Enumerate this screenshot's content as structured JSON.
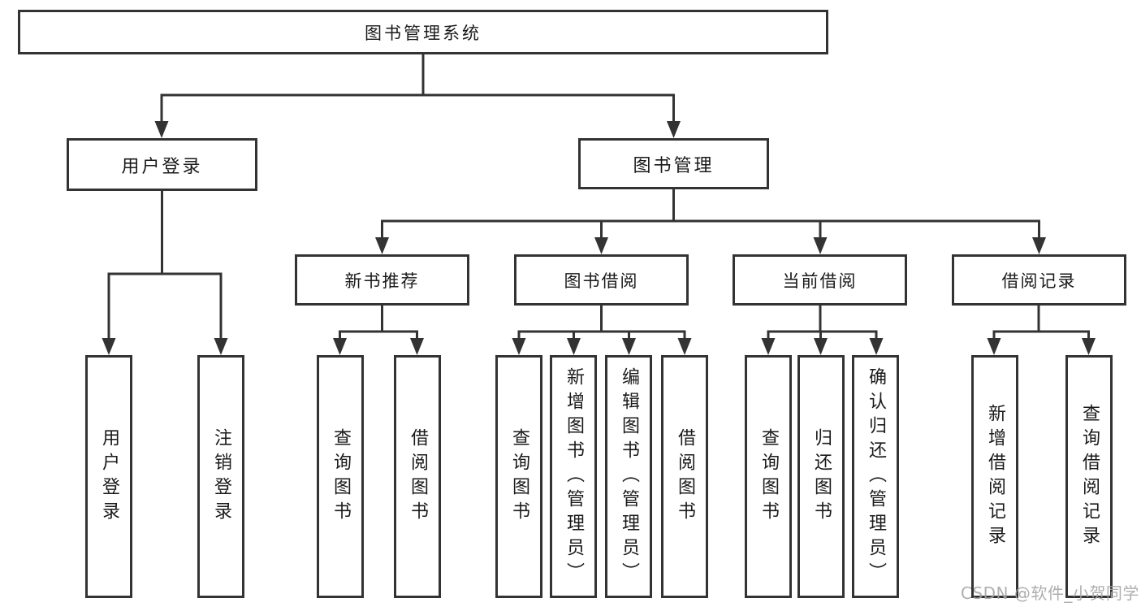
{
  "diagram": {
    "root": {
      "label": "图书管理系统"
    },
    "branches": [
      {
        "label": "用户登录",
        "children": [
          "用户登录",
          "注销登录"
        ]
      },
      {
        "label": "图书管理",
        "modules": [
          {
            "label": "新书推荐",
            "children": [
              "查询图书",
              "借阅图书"
            ]
          },
          {
            "label": "图书借阅",
            "children": [
              "查询图书",
              "新增图书（管理员）",
              "编辑图书（管理员）",
              "借阅图书"
            ]
          },
          {
            "label": "当前借阅",
            "children": [
              "查询图书",
              "归还图书",
              "确认归还（管理员）"
            ]
          },
          {
            "label": "借阅记录",
            "children": [
              "新增借阅记录",
              "查询借阅记录"
            ]
          }
        ]
      }
    ]
  },
  "colors": {
    "line": "#333333",
    "text": "#1a1a1a",
    "watermark": "#a6a6a6"
  },
  "watermark": "CSDN @软件_小贺同学"
}
